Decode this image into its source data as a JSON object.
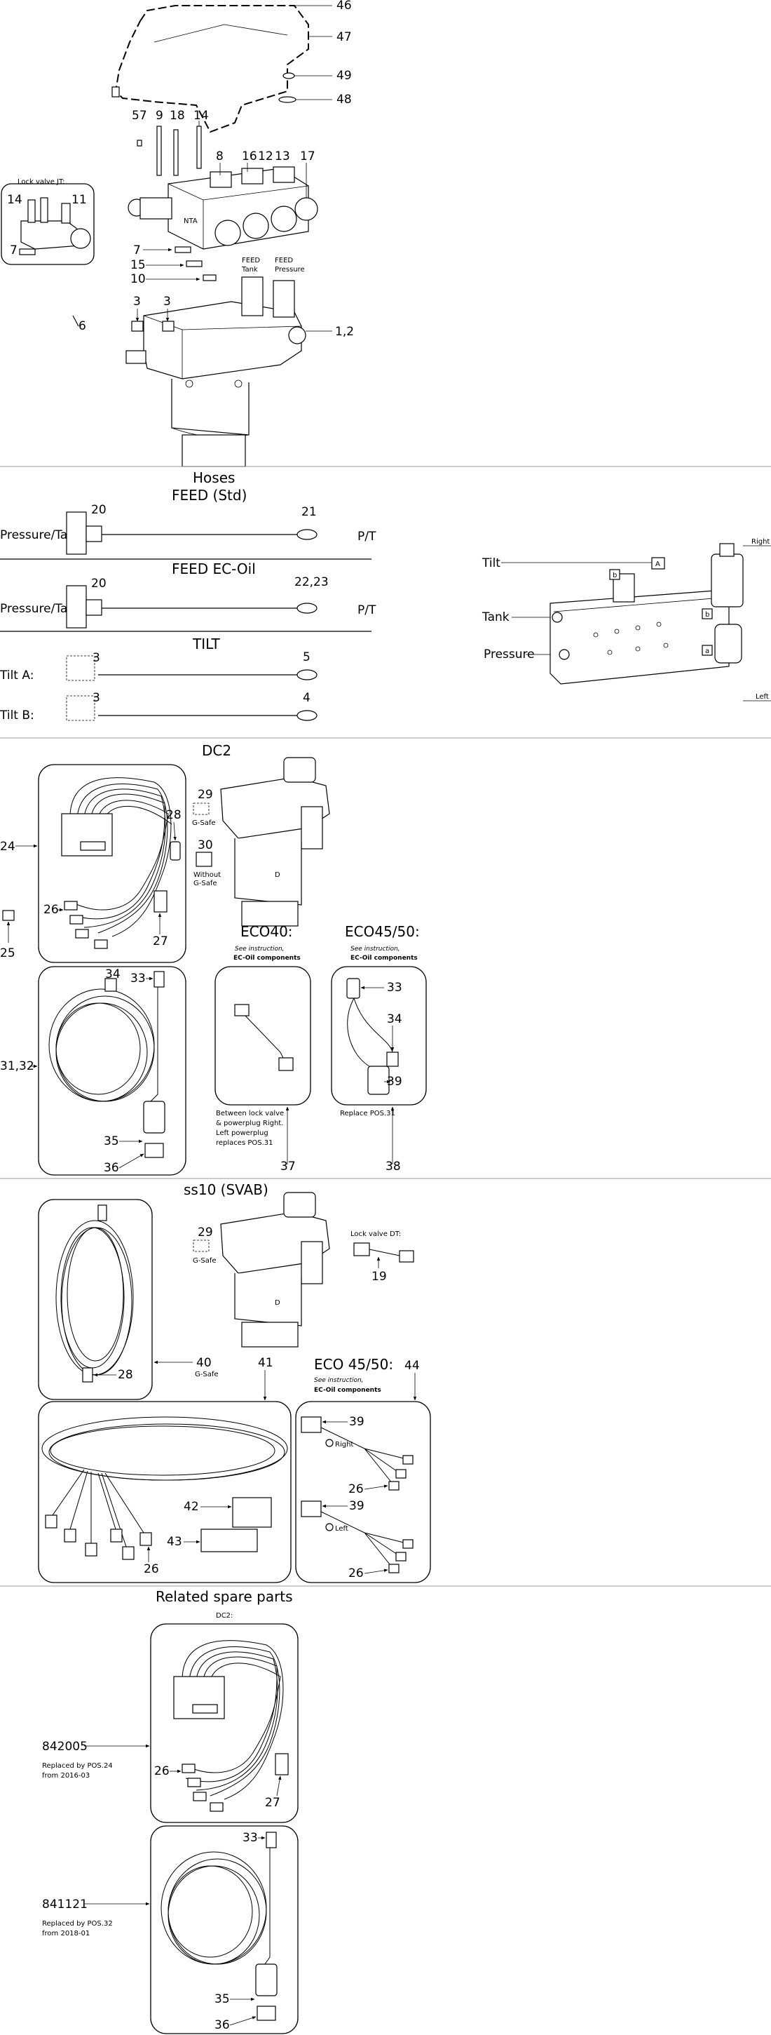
{
  "top": {
    "callouts": [
      "46",
      "47",
      "49",
      "48",
      "57",
      "9",
      "18",
      "14",
      "8",
      "16",
      "12",
      "13",
      "17",
      "7",
      "15",
      "10",
      "3",
      "3",
      "6",
      "1,2"
    ],
    "feed_tank": "FEED Tank",
    "feed_pressure": "FEED Pressure",
    "lock_valve_jt": "Lock valve JT:",
    "lock_valve_callouts": [
      "14",
      "11",
      "7"
    ]
  },
  "hoses": {
    "title": "Hoses",
    "feed_std_title": "FEED (Std)",
    "feed_ec_title": "FEED EC-Oil",
    "tilt_title": "TILT",
    "pressure_tank_label": "Pressure/Tank:",
    "pt_label": "P/T",
    "tilt_a": "Tilt A:",
    "tilt_b": "Tilt B:",
    "callouts": {
      "std_fitting": "20",
      "std_hose": "21",
      "ec_fitting": "20",
      "ec_hose": "22,23",
      "tilt_a_fitting": "3",
      "tilt_a_hose": "5",
      "tilt_b_fitting": "3",
      "tilt_b_hose": "4"
    },
    "side_view": {
      "tilt": "Tilt",
      "tank": "Tank",
      "pressure": "Pressure",
      "right": "Right",
      "left": "Left",
      "port_a": "A",
      "port_b_upper": "b",
      "port_b": "b",
      "port_a_lower": "a"
    }
  },
  "dc2": {
    "title": "DC2",
    "callouts": {
      "harness": "24",
      "connector": "28",
      "plug": "26",
      "module": "27",
      "adapter": "25",
      "gsafe": "29",
      "without": "30",
      "cable": "31,32",
      "c33": "33",
      "c34": "34",
      "c35": "35",
      "c36": "36"
    },
    "gsafe_label": "G-Safe",
    "without_label": "Without G-Safe",
    "eco40": {
      "title": "ECO40:",
      "note1": "See instruction,",
      "note2": "EC-Oil components",
      "desc": "Between lock valve & powerplug Right. Left powerplug replaces POS.31",
      "callout": "37"
    },
    "eco4550": {
      "title": "ECO45/50:",
      "note1": "See instruction,",
      "note2": "EC-Oil components",
      "desc": "Replace POS.31",
      "callout": "38",
      "c33": "33",
      "c34": "34",
      "c39": "39"
    }
  },
  "ss10": {
    "title": "ss10 (SVAB)",
    "callouts": {
      "gsafe": "29",
      "lock": "19",
      "cable": "40",
      "connector": "28",
      "harness": "41",
      "c42": "42",
      "c43": "43",
      "c26": "26"
    },
    "gsafe_label": "G-Safe",
    "lock_valve_dt": "Lock valve DT:",
    "gsafe_label2": "G-Safe",
    "eco": {
      "title": "ECO 45/50:",
      "callout": "44",
      "note1": "See instruction,",
      "note2": "EC-Oil components",
      "c39a": "39",
      "c26a": "26",
      "c39b": "39",
      "c26b": "26",
      "right": "Right",
      "left": "Left"
    }
  },
  "related": {
    "title": "Related spare parts",
    "dc2_label": "DC2:",
    "part1": {
      "number": "842005",
      "line1": "Replaced by POS.24",
      "line2": "from 2016-03"
    },
    "part2": {
      "number": "841121",
      "line1": "Replaced by POS.32",
      "line2": "from 2018-01"
    },
    "callouts": {
      "c26": "26",
      "c27": "27",
      "c33": "33",
      "c35": "35",
      "c36": "36"
    }
  }
}
